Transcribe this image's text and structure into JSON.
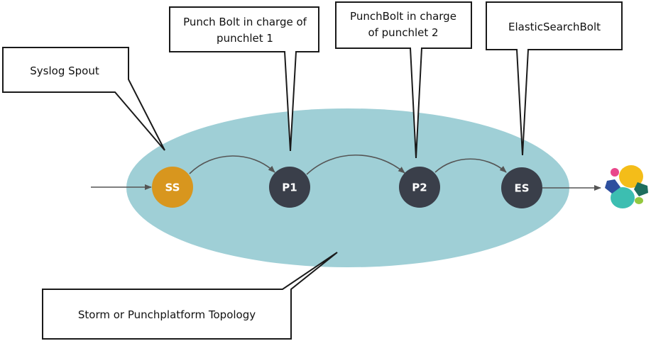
{
  "callouts": {
    "syslog": "Syslog Spout",
    "punch1": [
      "Punch Bolt in charge of",
      "punchlet 1"
    ],
    "punch2": [
      "PunchBolt in charge",
      "of punchlet 2"
    ],
    "elastic": "ElasticSearchBolt",
    "topology": "Storm or Punchplatform Topology"
  },
  "nodes": {
    "ss": "SS",
    "p1": "P1",
    "p2": "P2",
    "es": "ES"
  },
  "colors": {
    "topology_fill": "#9fcfd6",
    "spout_node": "#d8961e",
    "bolt_node": "#3a3f4a",
    "arrow": "#555555",
    "elastic_logo": [
      "#f4bd19",
      "#3cbeb1",
      "#e9478b",
      "#2d4f9e",
      "#1d6e5e",
      "#93c83e"
    ]
  },
  "icons": {
    "elastic": "elastic-logo-icon"
  }
}
